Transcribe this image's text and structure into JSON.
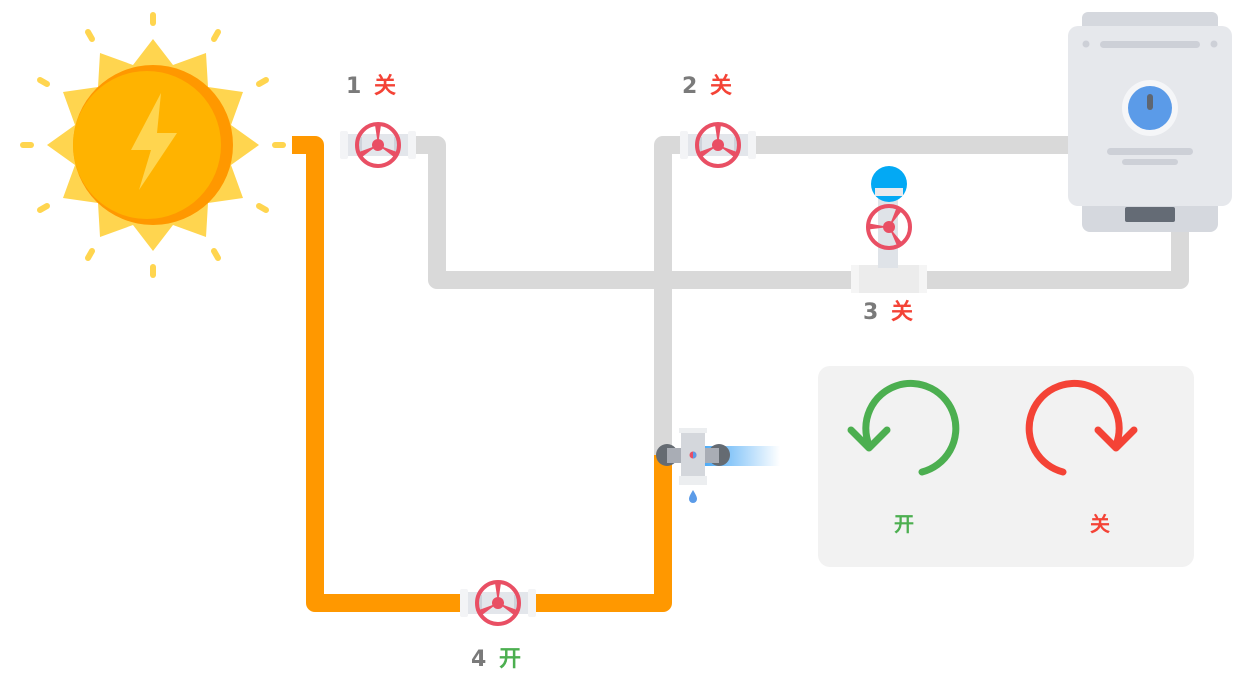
{
  "valves": [
    {
      "number": "1",
      "state": "关",
      "state_color": "#f44336"
    },
    {
      "number": "2",
      "state": "关",
      "state_color": "#f44336"
    },
    {
      "number": "3",
      "state": "关",
      "state_color": "#f44336"
    },
    {
      "number": "4",
      "state": "开",
      "state_color": "#4caf50"
    }
  ],
  "legend": {
    "open_label": "开",
    "close_label": "关",
    "open_color": "#4caf50",
    "close_color": "#f44336"
  },
  "colors": {
    "hot_pipe": "#ff9800",
    "cold_pipe": "#d9d9d9",
    "valve_handle": "#e94f64"
  },
  "icons": {
    "sun": "sun-icon",
    "heater": "water-heater-icon",
    "faucet": "faucet-icon"
  }
}
